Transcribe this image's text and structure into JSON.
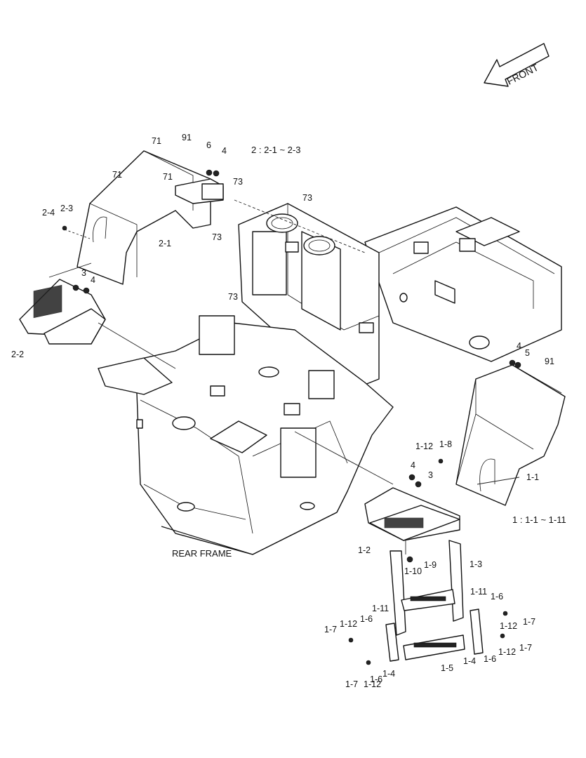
{
  "front_label": "FRONT",
  "rear_frame_label": "REAR FRAME",
  "group_notes": {
    "group1": "1 : 1-1 ~ 1-11",
    "group2": "2 : 2-1 ~ 2-3"
  },
  "callouts": [
    {
      "id": "c71a",
      "text": "71"
    },
    {
      "id": "c91a",
      "text": "91"
    },
    {
      "id": "c6a",
      "text": "6"
    },
    {
      "id": "c4a",
      "text": "4"
    },
    {
      "id": "c71b",
      "text": "71"
    },
    {
      "id": "c71c",
      "text": "71"
    },
    {
      "id": "c73a",
      "text": "73"
    },
    {
      "id": "c73b",
      "text": "73"
    },
    {
      "id": "c73c",
      "text": "73"
    },
    {
      "id": "c73d",
      "text": "73"
    },
    {
      "id": "c24",
      "text": "2-4"
    },
    {
      "id": "c23",
      "text": "2-3"
    },
    {
      "id": "c21",
      "text": "2-1"
    },
    {
      "id": "c3a",
      "text": "3"
    },
    {
      "id": "c4b",
      "text": "4"
    },
    {
      "id": "c22",
      "text": "2-2"
    },
    {
      "id": "c4c",
      "text": "4"
    },
    {
      "id": "c5",
      "text": "5"
    },
    {
      "id": "c91b",
      "text": "91"
    },
    {
      "id": "c112a",
      "text": "1-12"
    },
    {
      "id": "c18",
      "text": "1-8"
    },
    {
      "id": "c4d",
      "text": "4"
    },
    {
      "id": "c3b",
      "text": "3"
    },
    {
      "id": "c11",
      "text": "1-1"
    },
    {
      "id": "c12",
      "text": "1-2"
    },
    {
      "id": "c110",
      "text": "1-10"
    },
    {
      "id": "c19",
      "text": "1-9"
    },
    {
      "id": "c13",
      "text": "1-3"
    },
    {
      "id": "c111a",
      "text": "1-11"
    },
    {
      "id": "c16a",
      "text": "1-6"
    },
    {
      "id": "c111b",
      "text": "1-11"
    },
    {
      "id": "c17a",
      "text": "1-7"
    },
    {
      "id": "c112b",
      "text": "1-12"
    },
    {
      "id": "c16b",
      "text": "1-6"
    },
    {
      "id": "c112c",
      "text": "1-12"
    },
    {
      "id": "c17b",
      "text": "1-7"
    },
    {
      "id": "c17c",
      "text": "1-7"
    },
    {
      "id": "c16c",
      "text": "1-6"
    },
    {
      "id": "c112d",
      "text": "1-12"
    },
    {
      "id": "c14a",
      "text": "1-4"
    },
    {
      "id": "c15",
      "text": "1-5"
    },
    {
      "id": "c14b",
      "text": "1-4"
    },
    {
      "id": "c16d",
      "text": "1-6"
    },
    {
      "id": "c112e",
      "text": "1-12"
    },
    {
      "id": "c17d",
      "text": "1-7"
    },
    {
      "id": "c112f",
      "text": "1-12"
    },
    {
      "id": "c16e",
      "text": "1-6"
    },
    {
      "id": "c14c",
      "text": "1-4"
    }
  ]
}
